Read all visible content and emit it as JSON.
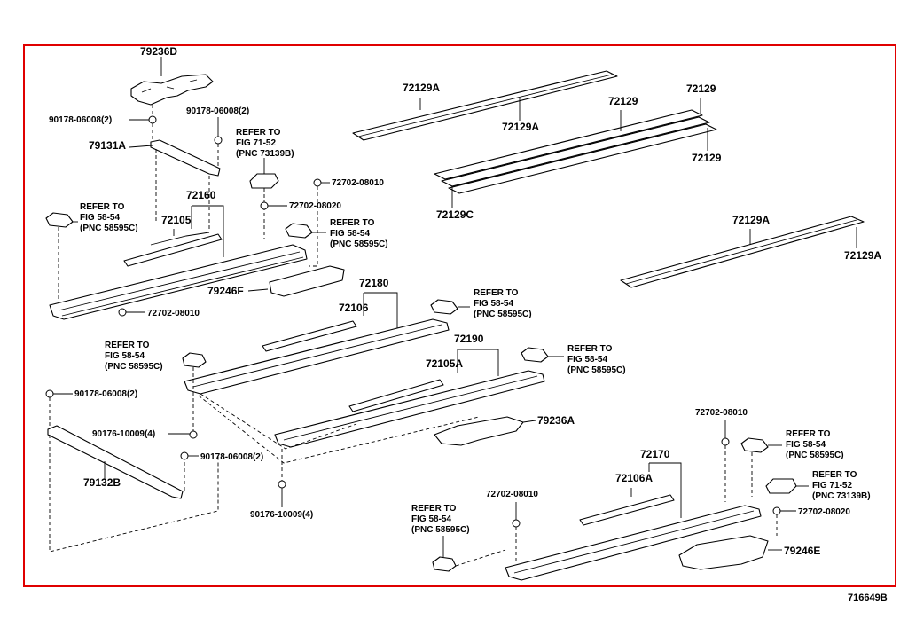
{
  "diagram": {
    "code": "716649B",
    "labels": {
      "p79236D": "79236D",
      "p90178_a": "90178-06008(2)",
      "p90178_b": "90178-06008(2)",
      "p79131A": "79131A",
      "ref_71_52_a": [
        "REFER TO",
        "FIG 71-52",
        "(PNC 73139B)"
      ],
      "p72702_08010_a": "72702-08010",
      "p72702_08020_a": "72702-08020",
      "ref_58_54_a": [
        "REFER TO",
        "FIG 58-54",
        "(PNC 58595C)"
      ],
      "p72160": "72160",
      "p72105": "72105",
      "ref_58_54_b": [
        "REFER TO",
        "FIG 58-54",
        "(PNC 58595C)"
      ],
      "p79246F": "79246F",
      "p72702_08010_b": "72702-08010",
      "p72180": "72180",
      "p72106": "72106",
      "ref_58_54_c": [
        "REFER TO",
        "FIG 58-54",
        "(PNC 58595C)"
      ],
      "ref_58_54_d": [
        "REFER TO",
        "FIG 58-54",
        "(PNC 58595C)"
      ],
      "p72190": "72190",
      "p72105A": "72105A",
      "ref_58_54_e": [
        "REFER TO",
        "FIG 58-54",
        "(PNC 58595C)"
      ],
      "p90178_c": "90178-06008(2)",
      "p90176_a": "90176-10009(4)",
      "p79236A": "79236A",
      "p90178_d": "90178-06008(2)",
      "p79132B": "79132B",
      "p90176_b": "90176-10009(4)",
      "p72129A_1": "72129A",
      "p72129A_2": "72129A",
      "p72129_1": "72129",
      "p72129_2": "72129",
      "p72129_3": "72129",
      "p72129C": "72129C",
      "p72129A_3": "72129A",
      "p72129A_4": "72129A",
      "p72702_08010_c": "72702-08010",
      "ref_58_54_f": [
        "REFER TO",
        "FIG 58-54",
        "(PNC 58595C)"
      ],
      "p72170": "72170",
      "ref_71_52_b": [
        "REFER TO",
        "FIG 71-52",
        "(PNC 73139B)"
      ],
      "p72106A": "72106A",
      "p72702_08020_b": "72702-08020",
      "p72702_08010_d": "72702-08010",
      "ref_58_54_g": [
        "REFER TO",
        "FIG 58-54",
        "(PNC 58595C)"
      ],
      "p79246E": "79246E"
    }
  },
  "colors": {
    "frame": "#e00000",
    "ink": "#000000",
    "background": "#ffffff"
  }
}
